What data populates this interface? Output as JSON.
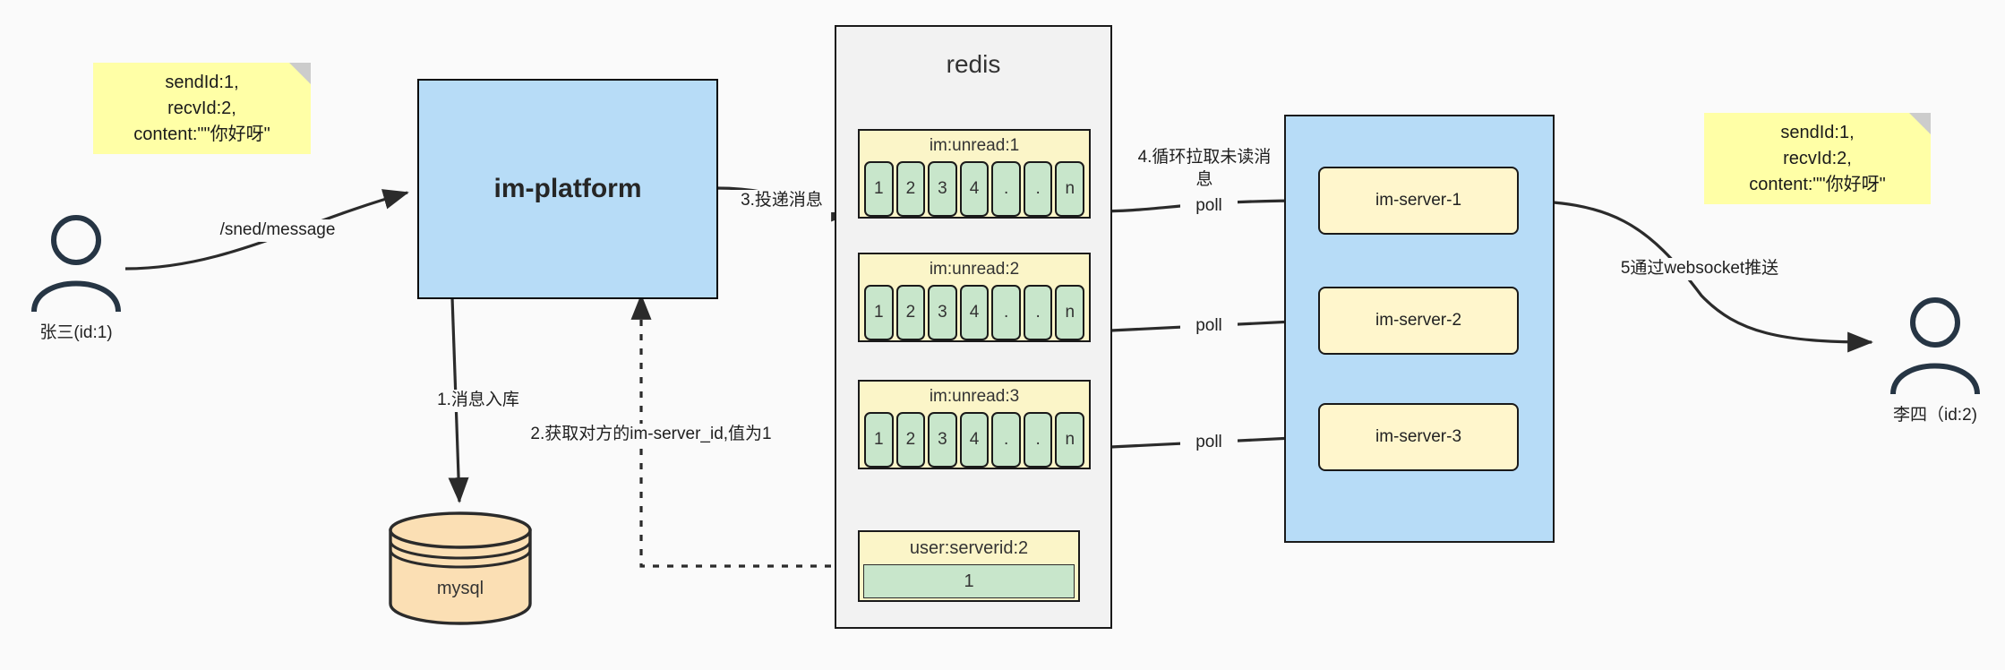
{
  "diagram": {
    "title": "IM message delivery architecture",
    "colors": {
      "note_bg": "#ffffa6",
      "process_bg": "#b7dcf7",
      "redis_bg": "#f2f2f2",
      "key_bg": "#fbf5c8",
      "cell_bg": "#c8e6cb",
      "server_bg": "#fff6cc",
      "db_bg": "#fbdfb4",
      "stroke": "#1a1a1a"
    }
  },
  "notes": {
    "left": "sendId:1,\nrecvId:2,\ncontent:\"\"你好呀\"",
    "right": "sendId:1,\nrecvId:2,\ncontent:\"\"你好呀\""
  },
  "actors": {
    "sender": {
      "icon": "user-icon",
      "label": "张三(id:1)"
    },
    "receiver": {
      "icon": "user-icon",
      "label": "李四（id:2)"
    }
  },
  "platform": {
    "label": "im-platform"
  },
  "database": {
    "icon": "database-icon",
    "label": "mysql"
  },
  "redis": {
    "title": "redis",
    "keys": [
      {
        "name": "im:unread:1",
        "cells": [
          "1",
          "2",
          "3",
          "4",
          ".",
          ".",
          "n"
        ]
      },
      {
        "name": "im:unread:2",
        "cells": [
          "1",
          "2",
          "3",
          "4",
          ".",
          ".",
          "n"
        ]
      },
      {
        "name": "im:unread:3",
        "cells": [
          "1",
          "2",
          "3",
          "4",
          ".",
          ".",
          "n"
        ]
      }
    ],
    "kv": {
      "name": "user:serverid:2",
      "value": "1"
    }
  },
  "servers": [
    {
      "label": "im-server-1"
    },
    {
      "label": "im-server-2"
    },
    {
      "label": "im-server-3"
    }
  ],
  "edges": {
    "send_message": "/sned/message",
    "step1": "1.消息入库",
    "step2": "2.获取对方的im-server_id,值为1",
    "step3": "3.投递消息",
    "step4": "4.循环拉取未读消\n息",
    "poll1": "poll",
    "poll2": "poll",
    "poll3": "poll",
    "step5": "5通过websocket推送"
  }
}
